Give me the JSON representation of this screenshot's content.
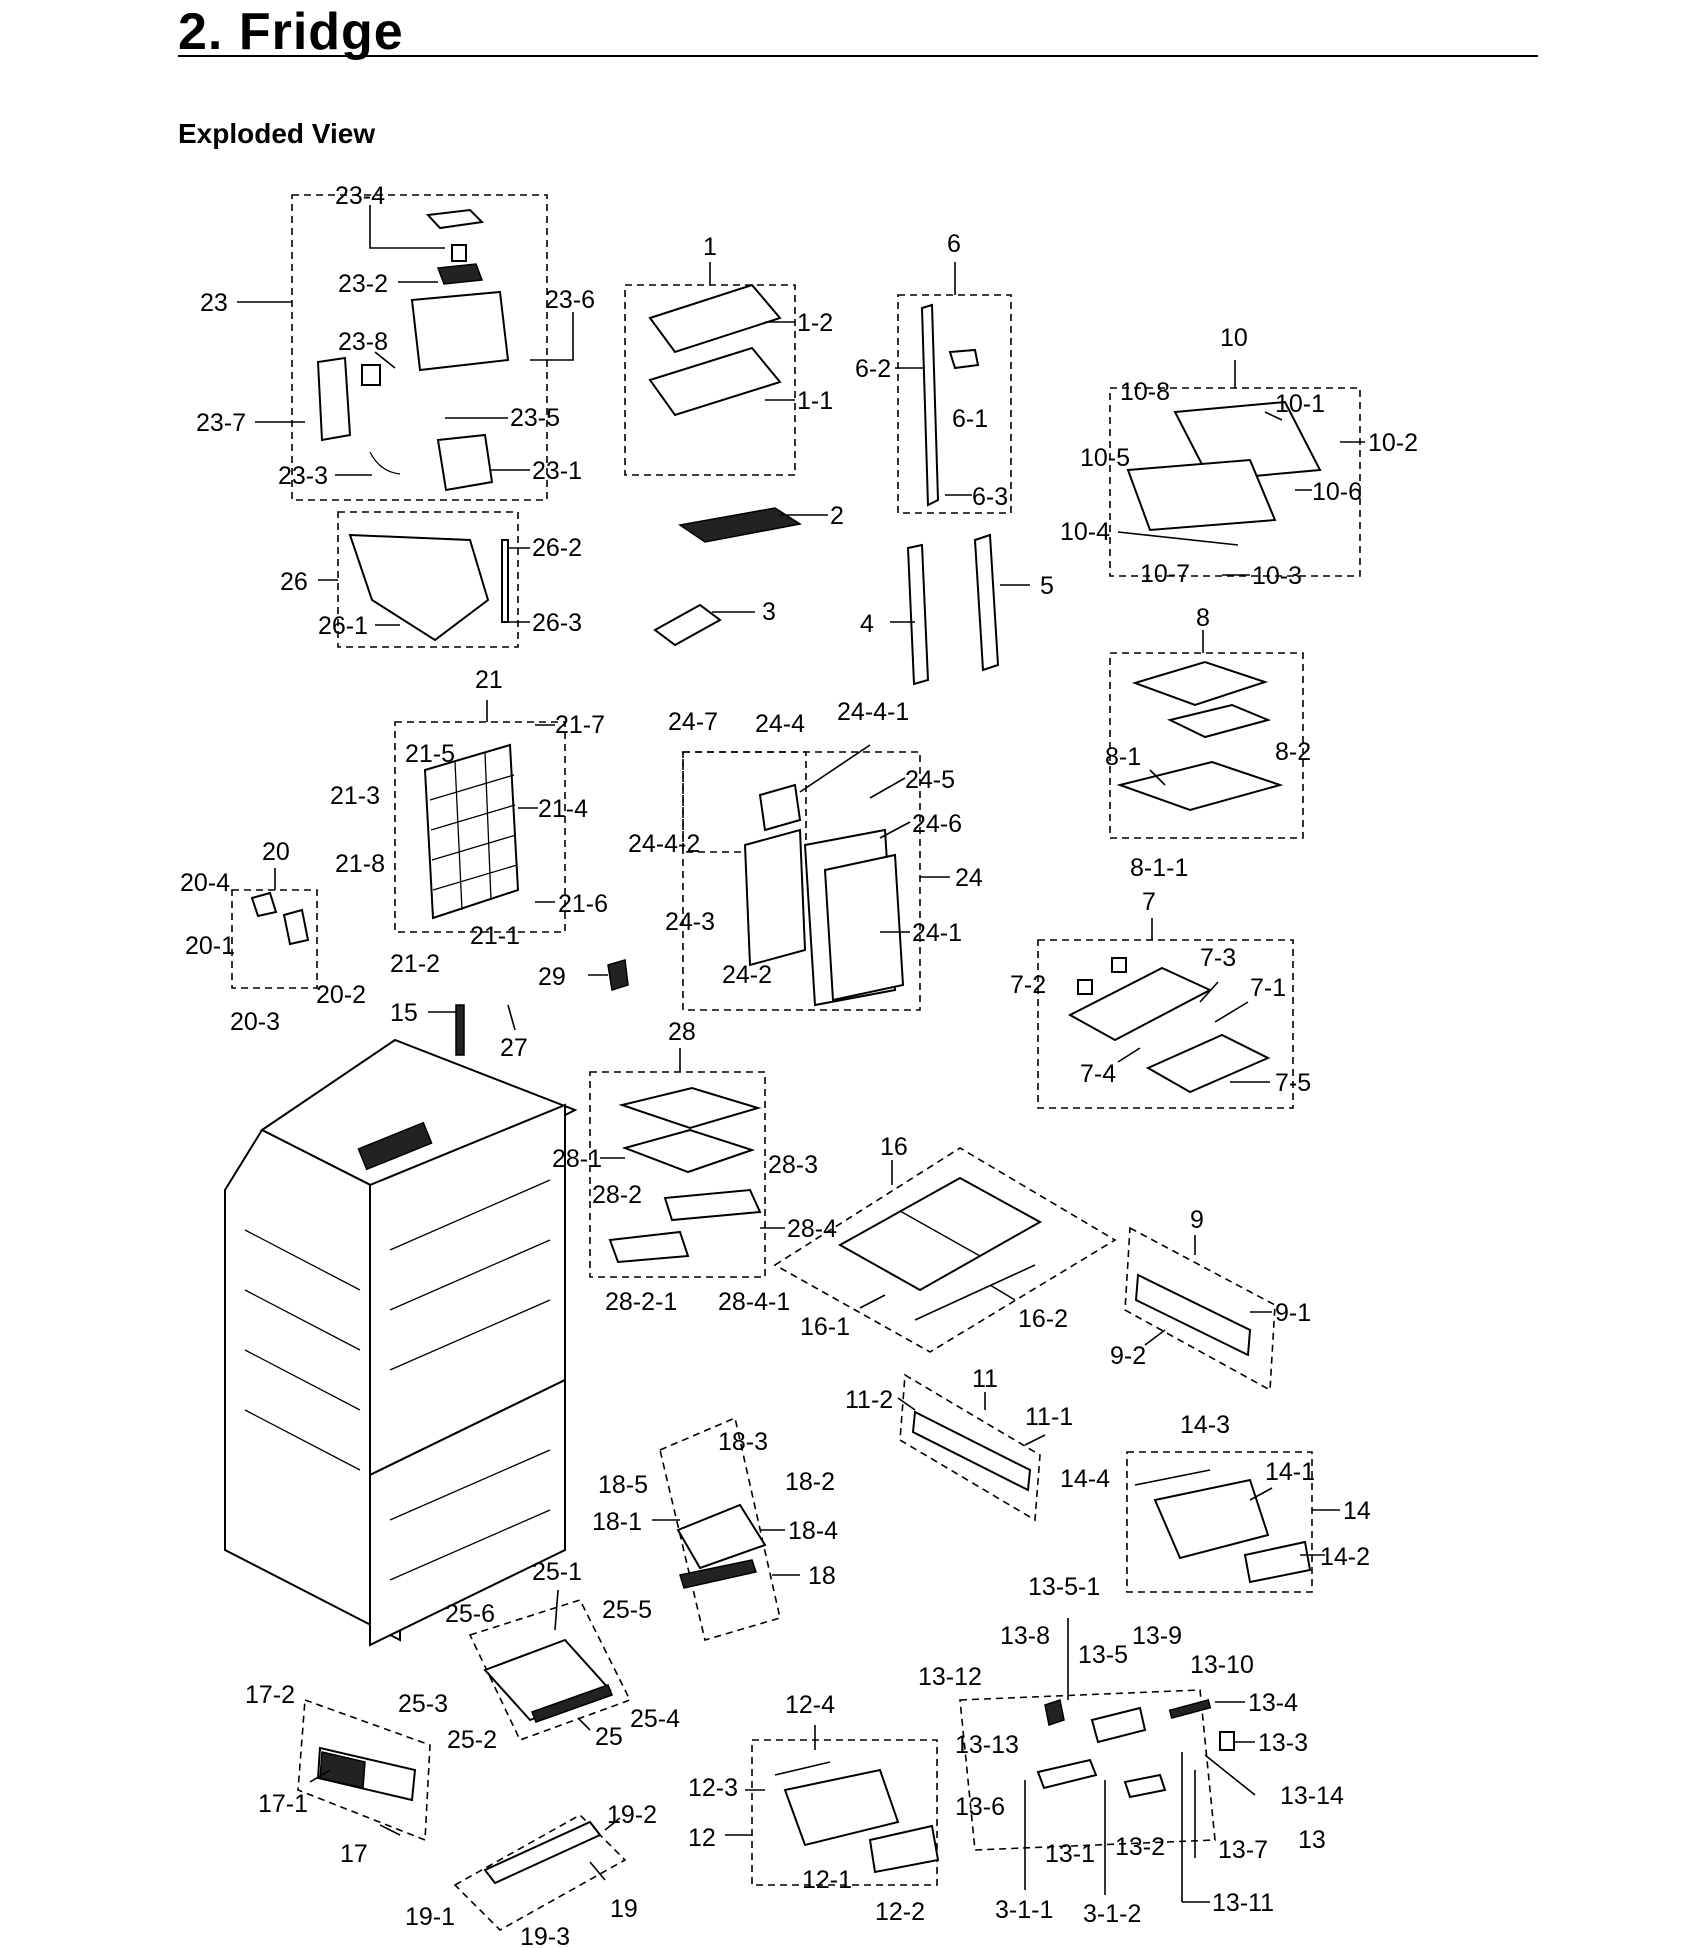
{
  "header": {
    "title": "2.  Fridge",
    "subtitle": "Exploded View"
  },
  "labels": [
    "23-4",
    "23",
    "23-2",
    "23-6",
    "23-8",
    "23-7",
    "23-5",
    "23-3",
    "23-1",
    "26",
    "26-2",
    "26-1",
    "26-3",
    "1",
    "1-2",
    "1-1",
    "2",
    "3",
    "6",
    "6-2",
    "6-1",
    "6-3",
    "4",
    "5",
    "10",
    "10-8",
    "10-1",
    "10-2",
    "10-5",
    "10-6",
    "10-4",
    "10-7",
    "10-3",
    "8",
    "8-1",
    "8-2",
    "8-1-1",
    "21",
    "21-7",
    "21-5",
    "21-3",
    "21-4",
    "21-8",
    "21-6",
    "21-1",
    "21-2",
    "20",
    "20-4",
    "20-1",
    "20-2",
    "20-3",
    "24-7",
    "24-4",
    "24-4-1",
    "24-5",
    "24-4-2",
    "24-6",
    "24",
    "24-3",
    "24-1",
    "24-2",
    "29",
    "15",
    "27",
    "7",
    "7-3",
    "7-2",
    "7-1",
    "7-4",
    "7-5",
    "28",
    "28-1",
    "28-3",
    "28-2",
    "28-4",
    "28-2-1",
    "28-4-1",
    "16",
    "16-1",
    "16-2",
    "9",
    "9-1",
    "9-2",
    "11",
    "11-2",
    "11-1",
    "14-3",
    "14-4",
    "14-1",
    "14",
    "14-2",
    "18-3",
    "18-5",
    "18-2",
    "18-1",
    "18-4",
    "18",
    "25-1",
    "25-6",
    "25-5",
    "25-3",
    "25-4",
    "25-2",
    "25",
    "13-5-1",
    "13-8",
    "13-9",
    "13-5",
    "13-10",
    "13-12",
    "13-4",
    "13-13",
    "13-3",
    "13-14",
    "13-6",
    "13",
    "13-1",
    "13-2",
    "13-7",
    "13-11",
    "3-1-1",
    "3-1-2",
    "17-2",
    "17-1",
    "17",
    "12-4",
    "12-3",
    "12",
    "12-1",
    "12-2",
    "19-2",
    "19",
    "19-1",
    "19-3"
  ]
}
